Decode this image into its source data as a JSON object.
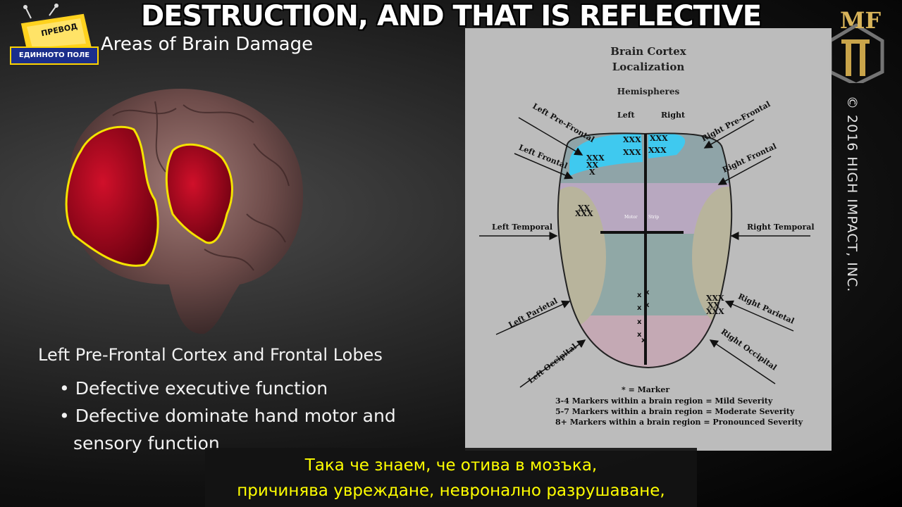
{
  "top_caption": "DESTRUCTION, AND THAT IS REFLECTIVE",
  "channel_logo": {
    "top_text": "ПРЕВОД",
    "banner_text": "ЕДИННОТО ПОЛЕ"
  },
  "slide": {
    "title": "Areas of Brain Damage",
    "heading": "Left Pre-Frontal Cortex and Frontal Lobes",
    "bullets": [
      "• Defective executive function",
      "• Defective dominate hand motor and"
    ],
    "bullet_continuation": "sensory function"
  },
  "diagram": {
    "title_line1": "Brain Cortex",
    "title_line2": "Localization",
    "subtitle": "Hemispheres",
    "left_label": "Left",
    "right_label": "Right",
    "regions": {
      "left_pre_frontal": "Left Pre-Frontal",
      "left_frontal": "Left Frontal",
      "left_temporal": "Left Temporal",
      "left_parietal": "Left Parietal",
      "left_occipital": "Left Occipital",
      "right_pre_frontal": "Right Pre-Frontal",
      "right_frontal": "Right Frontal",
      "right_temporal": "Right Temporal",
      "right_parietal": "Right Parietal",
      "right_occipital": "Right Occipital"
    },
    "center_labels": {
      "left": "Motor",
      "right": "Strip"
    },
    "legend": [
      "* = Marker",
      "3-4  Markers within a brain region = Mild Severity",
      "5-7  Markers within a brain region = Moderate Severity",
      "8+   Markers within a brain region = Pronounced Severity"
    ],
    "marker_rows": {
      "lpf": [
        "XXX",
        "XX",
        "X"
      ],
      "rpf": [
        "XXX",
        "XXX"
      ],
      "lpf2": [
        "XXX",
        "XXX"
      ],
      "lt": [
        "XX",
        "XXX"
      ],
      "rp": [
        "XXX",
        "XX",
        "XXX"
      ]
    },
    "colors": {
      "prefrontal_highlight": "#3fc9ef",
      "frontal": "#8fa4a8",
      "motor": "#b8a8c0",
      "temporal": "#b8b49c",
      "parietal": "#90a8a6",
      "occipital": "#c4a9b4"
    }
  },
  "copyright": "© 2016 HIGH IMPACT, INC.",
  "mf_logo": "MF",
  "subtitles": [
    "Така че знаем, че отива в мозъка,",
    "причинява увреждане, невронално разрушаване,"
  ]
}
